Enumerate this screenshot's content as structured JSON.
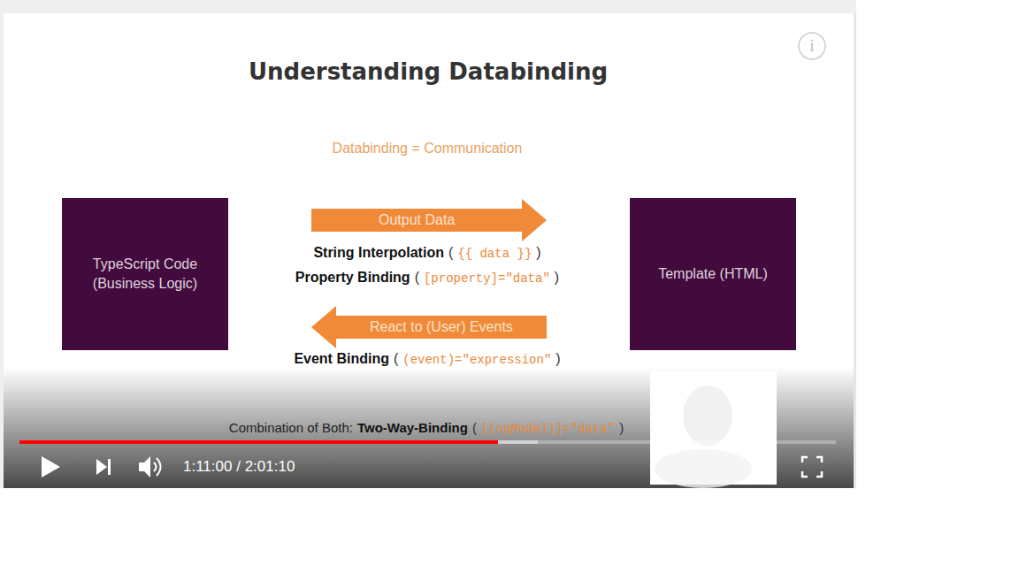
{
  "diagram": {
    "title": "Understanding Databinding",
    "nodes": [
      {
        "text": [
          "TypeScript Code (Business Logic)"
        ]
      },
      {
        "text": [
          "Template (HTML)"
        ]
      }
    ],
    "edges": [
      {
        "from": 0,
        "to": 1,
        "arrow": "to",
        "label": "Output Data"
      },
      {
        "from": 1,
        "to": 0,
        "arrow": "to",
        "label": "React to (User) Events"
      }
    ],
    "labels": [
      "Databinding = Communication",
      "String Interpolation",
      "(",
      "{{ data }}",
      ")",
      "Property Binding",
      "(",
      "[property]=\"data\"",
      ")",
      "Event Binding",
      "(",
      "(event)=\"expression\"",
      ")",
      "Combination of Both:",
      "Two-Way-Binding",
      "(",
      "[(ngModel)]=\"data\"",
      ")",
      "1:11:00 / 2:01:10",
      "i"
    ]
  }
}
